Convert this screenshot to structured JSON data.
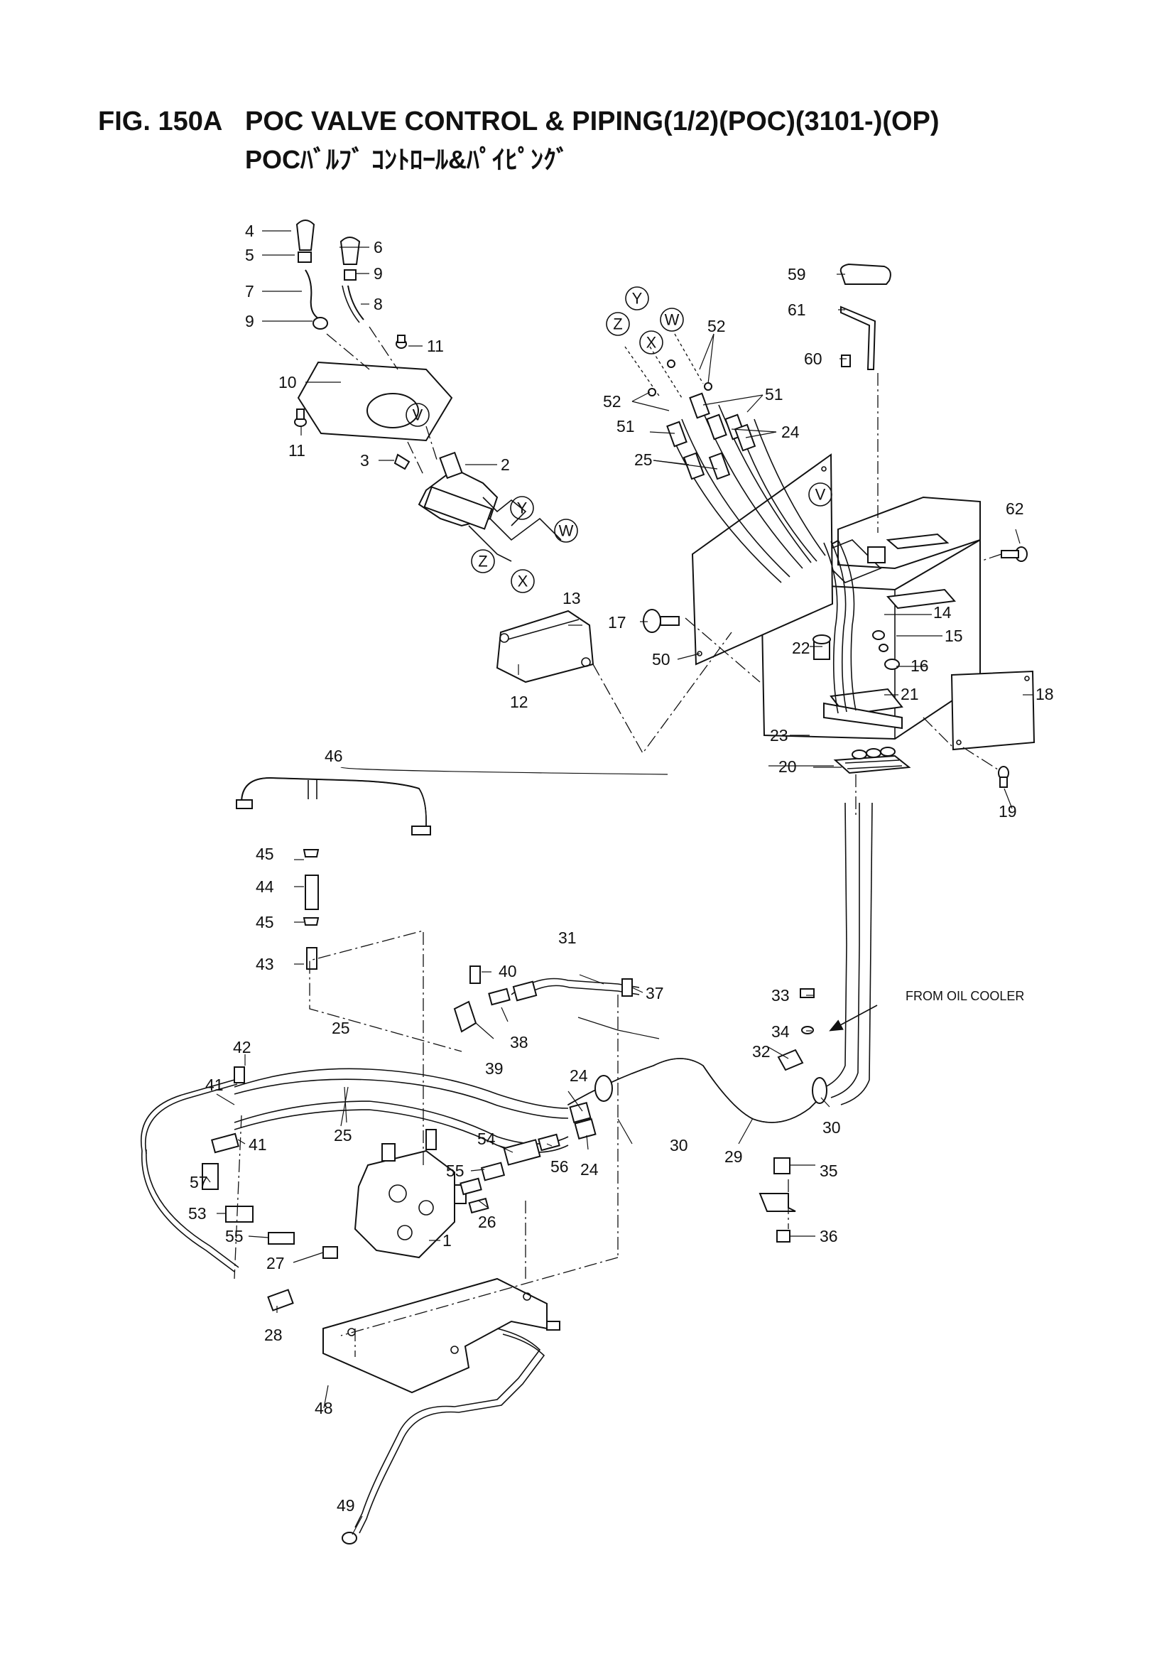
{
  "figure": {
    "number": "FIG. 150A",
    "title_en": "POC VALVE CONTROL & PIPING(1/2)(POC)(3101-)(OP)",
    "title_ja": "POCﾊﾞﾙﾌﾞ ｺﾝﾄﾛｰﾙ&ﾊﾟｲﾋﾟﾝｸﾞ"
  },
  "note": "FROM OIL COOLER",
  "connection_markers": [
    "V",
    "W",
    "X",
    "Y",
    "Z"
  ],
  "callouts": [
    "1",
    "2",
    "3",
    "4",
    "5",
    "6",
    "7",
    "8",
    "9",
    "10",
    "11",
    "12",
    "13",
    "14",
    "15",
    "16",
    "17",
    "18",
    "19",
    "20",
    "21",
    "22",
    "23",
    "24",
    "25",
    "26",
    "27",
    "28",
    "29",
    "30",
    "31",
    "32",
    "33",
    "34",
    "35",
    "36",
    "37",
    "38",
    "39",
    "40",
    "41",
    "42",
    "43",
    "44",
    "45",
    "46",
    "48",
    "49",
    "50",
    "51",
    "52",
    "53",
    "54",
    "55",
    "56",
    "57",
    "59",
    "60",
    "61",
    "62"
  ]
}
